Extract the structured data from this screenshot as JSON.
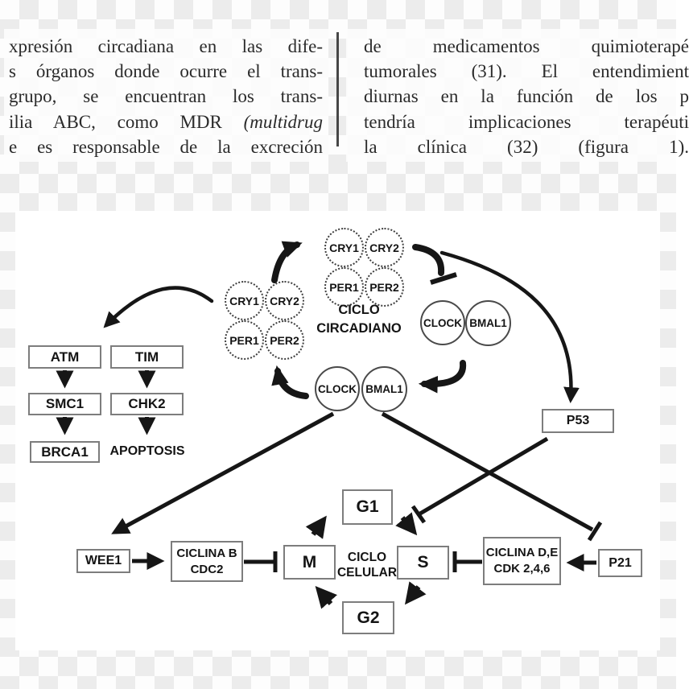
{
  "article": {
    "left_column": {
      "l1": "xpresión circadiana en las dife-",
      "l2": "s órganos donde ocurre el trans-",
      "l3": "grupo, se encuentran los trans-",
      "l4_regular": "ilia ABC, como MDR ",
      "l4_italic": "(multidrug",
      "l5": "e es responsable de la excreción"
    },
    "right_column": {
      "r1": "de medicamentos quimioterapé",
      "r2": "tumorales (31). El entendimient",
      "r3": "diurnas en la función de los p",
      "r4": "tendría implicaciones terapéuti",
      "r5": "la clínica (32) (figura 1)."
    }
  },
  "figure": {
    "circadian_cycle": {
      "title_line1": "CICLO",
      "title_line2": "CIRCADIANO",
      "top_complex": {
        "c1": "CRY1",
        "c2": "CRY2",
        "c3": "PER1",
        "c4": "PER2"
      },
      "left_complex": {
        "c1": "CRY1",
        "c2": "CRY2",
        "c3": "PER1",
        "c4": "PER2"
      },
      "right_complex": {
        "c1": "CLOCK",
        "c2": "BMAL1"
      },
      "bottom_complex": {
        "c1": "CLOCK",
        "c2": "BMAL1"
      }
    },
    "damage_pathway": {
      "atm": "ATM",
      "tim": "TIM",
      "smc1": "SMC1",
      "chk2": "CHK2",
      "brca1": "BRCA1",
      "apoptosis": "APOPTOSIS"
    },
    "cell_cycle": {
      "title_line1": "CICLO",
      "title_line2": "CELULAR",
      "g1": "G1",
      "s": "S",
      "g2": "G2",
      "m": "M"
    },
    "regulators": {
      "p53": "P53",
      "p21": "P21",
      "wee1": "WEE1",
      "ciclina_b_line1": "CICLINA B",
      "ciclina_b_line2": "CDC2",
      "ciclina_de_line1": "CICLINA D,E",
      "ciclina_de_line2": "CDK 2,4,6"
    }
  },
  "colors": {
    "checker_gray": "#ececec",
    "panel_white": "#ffffff",
    "ink": "#161616",
    "box_border": "#7d7d7d",
    "article_text": "#2b2b2b"
  }
}
